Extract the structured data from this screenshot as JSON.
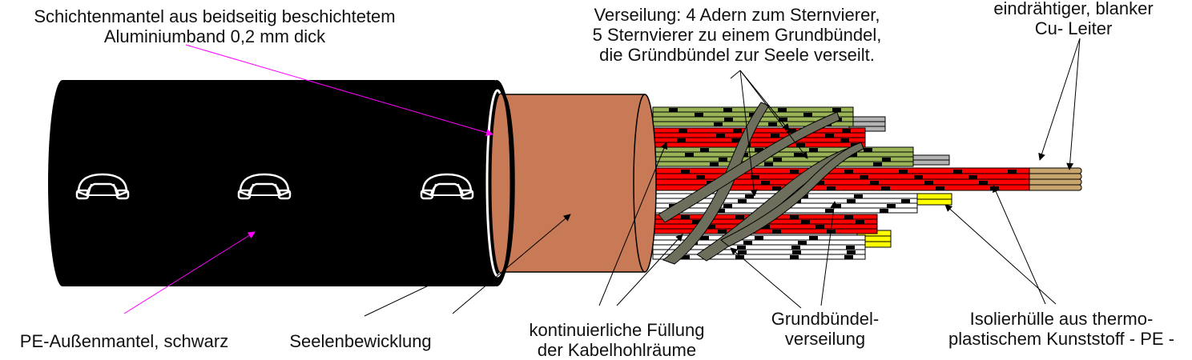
{
  "labels": {
    "schichtenmantel": [
      "Schichtenmantel aus beidseitig beschichtetem",
      "Aluminiumband 0,2 mm dick"
    ],
    "verseilung": [
      "Verseilung: 4 Adern zum Sternvierer,",
      "5 Sternvierer zu einem Grundbündel,",
      "die Gründbündel zur Seele verseilt."
    ],
    "leiter": [
      "eindrähtiger, blanker",
      "Cu- Leiter"
    ],
    "aussenmantel": [
      "PE-Außenmantel, schwarz"
    ],
    "seelenbewicklung": [
      "Seelenbewicklung"
    ],
    "fuellung": [
      "kontinuierliche Füllung",
      "der Kabelhohlräume"
    ],
    "grundbuendel": [
      "Grundbündel-",
      "verseilung"
    ],
    "isolierhuelle": [
      "Isolierhülle aus thermo-",
      "plastischem Kunststoff - PE -"
    ]
  },
  "icons": [
    "telephone-handset-icon",
    "telephone-handset-icon",
    "telephone-handset-icon"
  ],
  "colors": {
    "outer_sheath": "#000000",
    "core_wrapping": "#c87a56",
    "pointer_magenta": "#ff00ff",
    "filler": "#6e6e5c",
    "wire_green": "#9ab356",
    "wire_red": "#ff0000",
    "wire_white": "#ffffff",
    "wire_yellow": "#ffff00",
    "wire_gray": "#b3b3b3",
    "conductor_copper": "#c8a46e"
  }
}
